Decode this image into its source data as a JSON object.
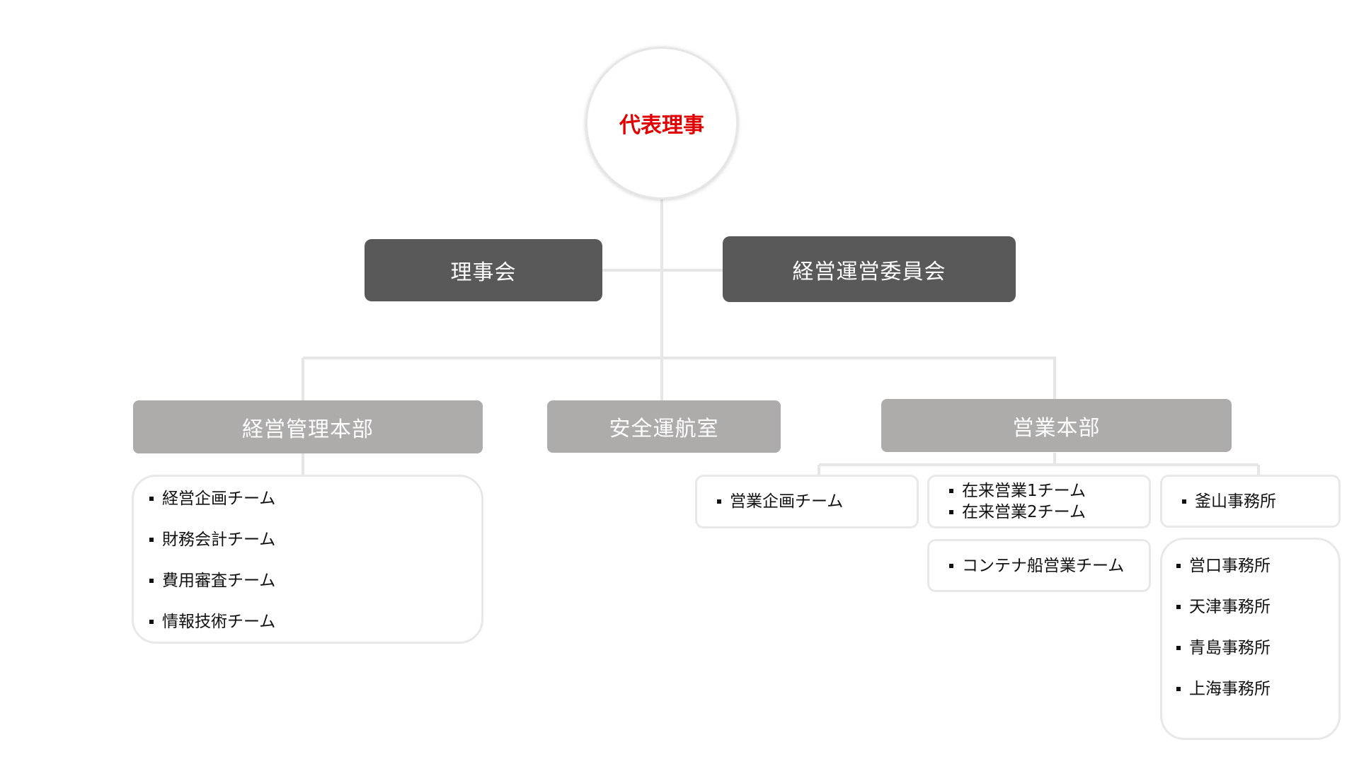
{
  "root": {
    "label": "代表理事"
  },
  "board": {
    "label": "理事会"
  },
  "committee": {
    "label": "経営運営委員会"
  },
  "departments": {
    "management": {
      "label": "経営管理本部",
      "teams": [
        "経営企画チーム",
        "財務会計チーム",
        "費用審査チーム",
        "情報技術チーム"
      ]
    },
    "safety": {
      "label": "安全運航室"
    },
    "sales": {
      "label": "営業本部",
      "planning": [
        "営業企画チーム"
      ],
      "conventional": [
        "在来営業1チーム",
        "在来営業2チーム"
      ],
      "container": [
        "コンテナ船営業チーム"
      ],
      "busan": [
        "釜山事務所"
      ],
      "offices": [
        "営口事務所",
        "天津事務所",
        "青島事務所",
        "上海事務所"
      ]
    }
  },
  "colors": {
    "root_text": "#e00000",
    "dark_box": "#595959",
    "dept_box": "#aeabab",
    "connector": "#e6e6e6"
  }
}
